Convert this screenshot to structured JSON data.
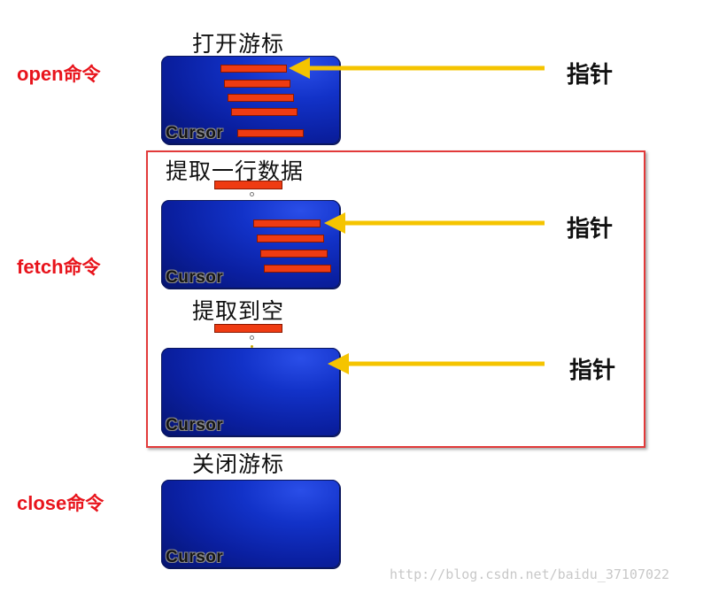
{
  "commands": {
    "open": {
      "name": "open",
      "suffix": "命令"
    },
    "fetch": {
      "name": "fetch",
      "suffix": "命令"
    },
    "close": {
      "name": "close",
      "suffix": "命令"
    }
  },
  "captions": {
    "open_cursor": "打开游标",
    "fetch_row": "提取一行数据",
    "fetch_empty": "提取到空",
    "close_cursor": "关闭游标"
  },
  "cursor_label": "Cursor",
  "pointer_label": "指针",
  "watermark": "http://blog.csdn.net/baidu_37107022",
  "colors": {
    "command_text": "#e8141c",
    "cursor_box": "#0a1fa0",
    "row_bar": "#ef3b12",
    "pointer_arrow": "#f5c400",
    "fetch_frame": "#e23a3a"
  },
  "icons": {
    "pointer_arrow": "arrow-left-icon"
  }
}
